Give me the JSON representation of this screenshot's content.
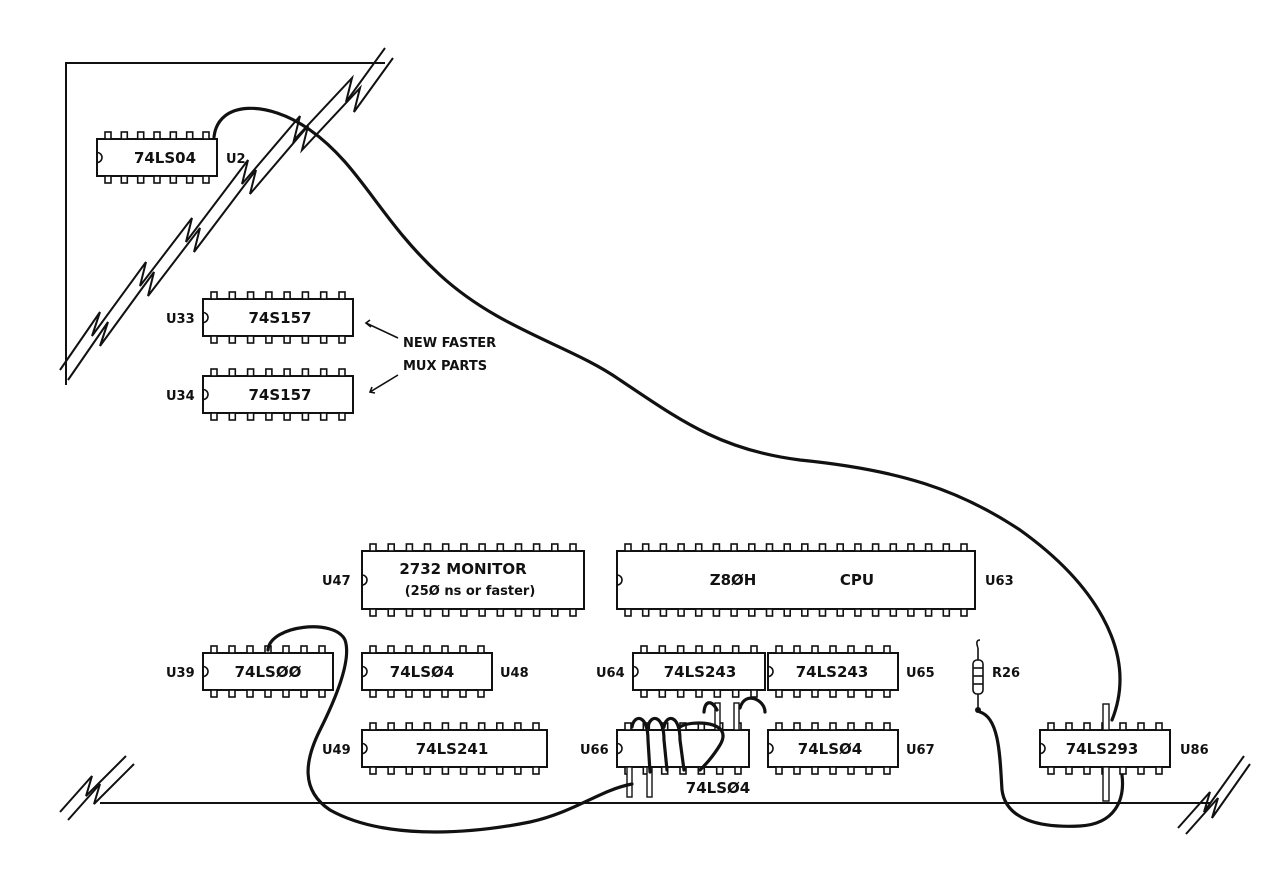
{
  "chips": {
    "u2": {
      "part": "74LS04",
      "ref": "U2"
    },
    "u33": {
      "part": "74S157",
      "ref": "U33"
    },
    "u34": {
      "part": "74S157",
      "ref": "U34"
    },
    "u47": {
      "part": "2732 MONITOR",
      "note": "(25Ø ns or faster)",
      "ref": "U47"
    },
    "u63": {
      "part": "Z8ØH",
      "part2": "CPU",
      "ref": "U63"
    },
    "u39": {
      "part": "74LSØØ",
      "ref": "U39"
    },
    "u48": {
      "part": "74LSØ4",
      "ref": "U48"
    },
    "u64": {
      "part": "74LS243",
      "ref": "U64"
    },
    "u65": {
      "part": "74LS243",
      "ref": "U65"
    },
    "u49": {
      "part": "74LS241",
      "ref": "U49"
    },
    "u66": {
      "part": "74LSØ4",
      "ref": "U66"
    },
    "u67": {
      "part": "74LSØ4",
      "ref": "U67"
    },
    "u86": {
      "part": "74LS293",
      "ref": "U86"
    }
  },
  "resistor": {
    "ref": "R26"
  },
  "annotation": {
    "line1": "NEW FASTER",
    "line2": "MUX PARTS"
  }
}
